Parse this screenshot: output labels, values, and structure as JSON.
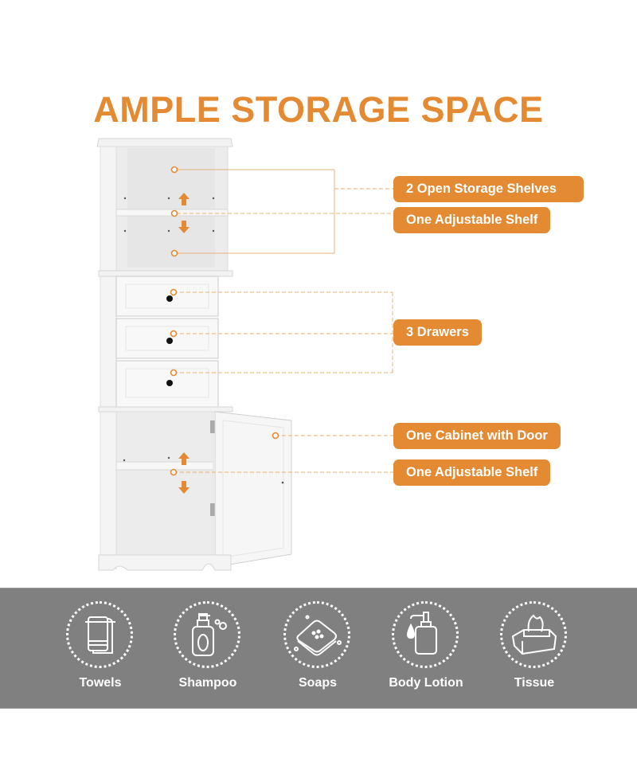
{
  "title": "AMPLE STORAGE SPACE",
  "colors": {
    "accent": "#e38a32",
    "band": "#808080",
    "text_on_accent": "#ffffff"
  },
  "features": [
    {
      "label": "2 Open Storage Shelves"
    },
    {
      "label": "One Adjustable Shelf"
    },
    {
      "label": "3 Drawers"
    },
    {
      "label": "One Cabinet with Door"
    },
    {
      "label": "One Adjustable Shelf"
    }
  ],
  "uses": [
    {
      "label": "Towels",
      "icon": "towel-icon"
    },
    {
      "label": "Shampoo",
      "icon": "shampoo-bottle-icon"
    },
    {
      "label": "Soaps",
      "icon": "soap-bar-icon"
    },
    {
      "label": "Body Lotion",
      "icon": "lotion-pump-icon"
    },
    {
      "label": "Tissue",
      "icon": "tissue-box-icon"
    }
  ]
}
